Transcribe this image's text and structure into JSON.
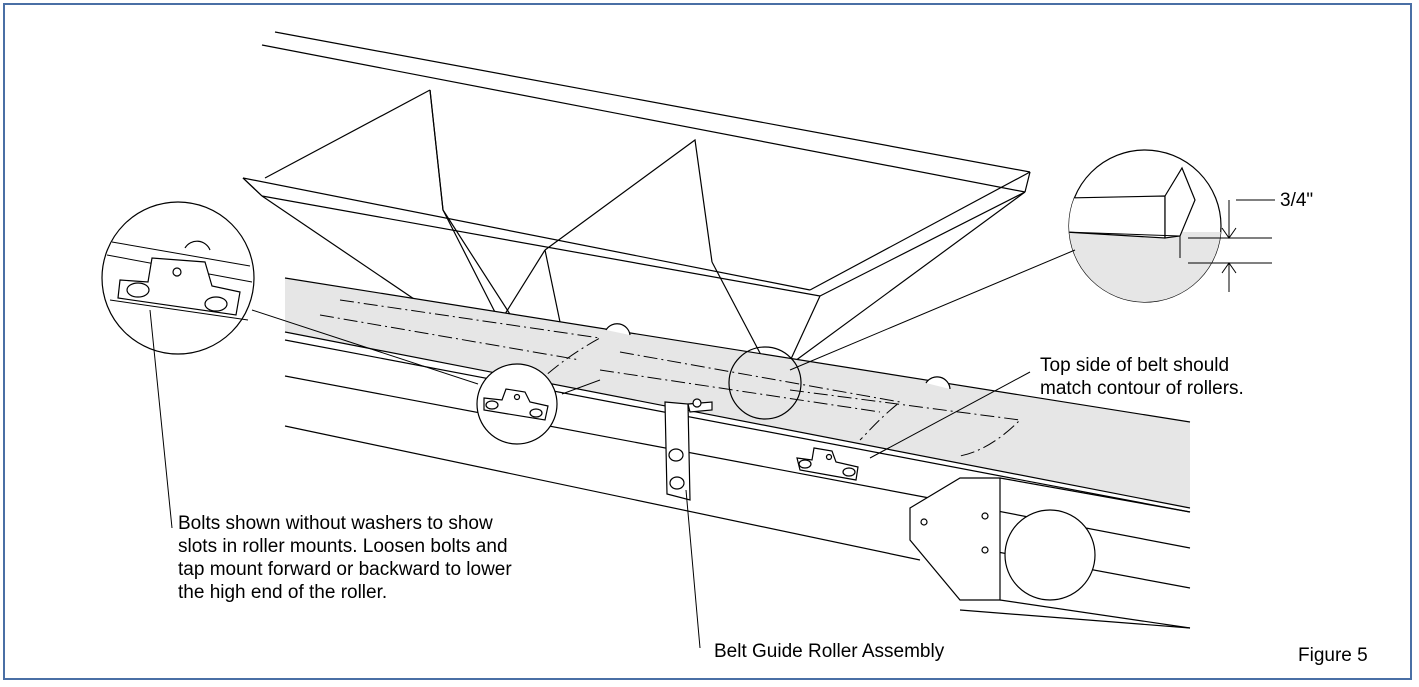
{
  "figure_label": "Figure 5",
  "callouts": {
    "dimension": "3/4\"",
    "belt_contour": "Top side of belt should\nmatch contour of rollers.",
    "bolts_note": "Bolts shown without washers to show\nslots in roller mounts. Loosen bolts and\ntap mount forward or backward to lower\nthe high end of the roller.",
    "guide_roller": "Belt Guide Roller Assembly"
  }
}
